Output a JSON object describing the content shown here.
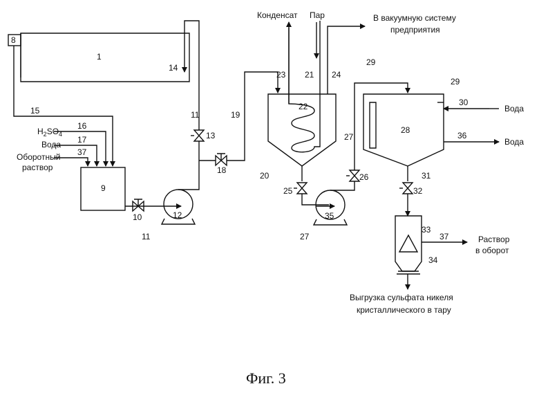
{
  "labels": {
    "n1": "1",
    "n8": "8",
    "n9": "9",
    "n10": "10",
    "n11a": "11",
    "n11b": "11",
    "n12": "12",
    "n13": "13",
    "n14": "14",
    "n15": "15",
    "n16": "16",
    "n17": "17",
    "n18": "18",
    "n19": "19",
    "n20": "20",
    "n21": "21",
    "n22": "22",
    "n23": "23",
    "n24": "24",
    "n25": "25",
    "n26": "26",
    "n27a": "27",
    "n27b": "27",
    "n28": "28",
    "n29a": "29",
    "n29b": "29",
    "n30": "30",
    "n31": "31",
    "n32": "32",
    "n33": "33",
    "n34": "34",
    "n35": "35",
    "n36": "36",
    "n37a": "37",
    "n37b": "37"
  },
  "text": {
    "condensate": "Конденсат",
    "steam": "Пар",
    "vacuum_line1": "В вакуумную систему",
    "vacuum_line2": "предприятия",
    "h2so4_main": "H",
    "h2so4_sub": "2",
    "h2so4_mid": "SO",
    "h2so4_sub2": "4",
    "water_left": "Вода",
    "recycle_line1": "Оборотный",
    "recycle_line2": "раствор",
    "water_in": "Вода",
    "water_out": "Вода",
    "solution_line1": "Раствор",
    "solution_line2": "в оборот",
    "unload_line1": "Выгрузка сульфата никеля",
    "unload_line2": "кристаллического в тару"
  },
  "caption": "Фиг. 3"
}
